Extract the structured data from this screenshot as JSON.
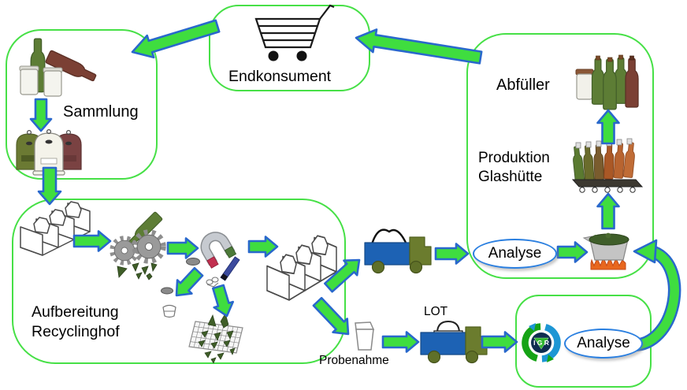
{
  "boxes": {
    "sammlung": {
      "label": "Sammlung"
    },
    "endkonsument": {
      "label": "Endkonsument"
    },
    "produktion": {
      "abfueller_label": "Abfüller",
      "produktion_label_line1": "Produktion",
      "produktion_label_line2": "Glashütte",
      "analyse_label": "Analyse"
    },
    "aufbereitung": {
      "label_line1": "Aufbereitung",
      "label_line2": "Recyclinghof"
    },
    "igr_analyse": {
      "logo_text": "I G R",
      "analyse_label": "Analyse"
    }
  },
  "floating_labels": {
    "probenahme": "Probenahme",
    "lot": "LOT"
  },
  "icons": [
    "waste-glass-bottles-icon",
    "bottle-bank-icon",
    "shopping-cart-icon",
    "filled-bottles-icon",
    "production-line-icon",
    "melting-pot-icon",
    "sorting-crate-icon",
    "crusher-gears-icon",
    "magnet-icon",
    "caps-icon",
    "sieve-icon",
    "cullet-truck-icon",
    "sample-bucket-icon",
    "lot-truck-icon",
    "igr-logo-icon",
    "flow-arrow"
  ],
  "colors": {
    "arrow_fill": "#3fdd3f",
    "arrow_outline": "#2968cc",
    "box_border": "#46e046",
    "oval_border": "#2a7fe0",
    "glass_green": "#5d7d35",
    "glass_brown": "#7b4034",
    "truck_blue": "#1d62b4",
    "truck_olive": "#6b7c2e",
    "flame_orange": "#e8671e",
    "logo_blue": "#1d96d4",
    "logo_green": "#16a316"
  }
}
